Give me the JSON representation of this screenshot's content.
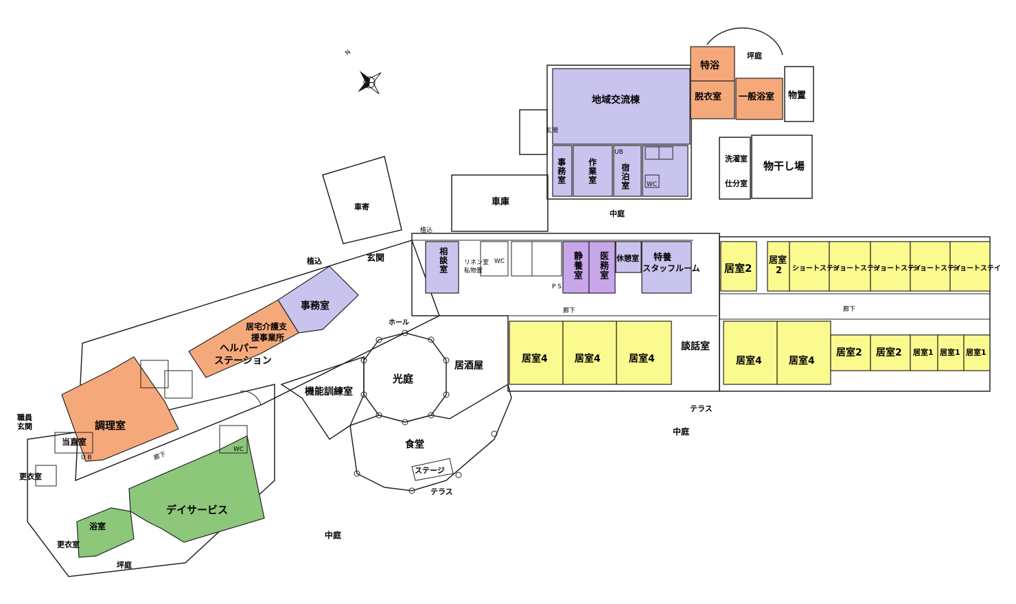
{
  "compass": {
    "label": "N",
    "icon": "compass-rose-icon"
  },
  "rooms": {
    "chiiki": "地域交流棟",
    "tokuyoku": "特浴",
    "datsuishitsu": "脱衣室",
    "ippan_yokushitsu": "一般浴室",
    "monooki": "物置",
    "tsuboniwa_top": "坪庭",
    "genkan_small": "玄関",
    "jimushitsu_small": "事務室",
    "sagyoshitsu": "作業室",
    "shukuhakushitsu": "宿泊室",
    "ub_small": "UB",
    "sentakushitsu": "洗濯室",
    "shiwakeshitsu": "仕分室",
    "monohoshiba": "物干し場",
    "shako": "車庫",
    "nakaniwa_top": "中庭",
    "kuruma_yose": "車寄",
    "uekomi_top": "植込",
    "uekomi_left": "植込",
    "genkan": "玄関",
    "soudanshitsu": "相談室",
    "linen": "リネン室",
    "shibutsuoki": "私物置",
    "seiyoushitsu": "静養室",
    "imushitsu": "医務室",
    "kyukeishitsu": "休憩室",
    "tokuyo_staff_1": "特養",
    "tokuyo_staff_2": "スタッフルーム",
    "kyoshitsu2_a": "居室2",
    "kyoshitsu2_b": "居室",
    "kyoshitsu2_b2": "2",
    "short_stay": "ショートステイ",
    "roka_top_left": "廊下",
    "roka_top_right": "廊下",
    "hall": "ホール",
    "jimushitsu_main": "事務室",
    "kyotaku_1": "居宅介護支",
    "kyotaku_2": "援事業所",
    "helper_1": "ヘルパー",
    "helper_2": "ステーション",
    "izakaya": "居酒屋",
    "kouniwa": "光庭",
    "kinou_kunren": "機能訓練室",
    "shokudou": "食堂",
    "stage": "ステージ",
    "terrace_bottom": "テラス",
    "kyoshitsu4": "居室4",
    "danwashitsu": "談話室",
    "kyoshitsu2": "居室2",
    "kyoshitsu1": "居室1",
    "terrace_right": "テラス",
    "nakaniwa_right": "中庭",
    "chourishitsu": "調理室",
    "shokuin_1": "職員",
    "shokuin_2": "玄関",
    "touchokushitsu": "当直室",
    "kouishitsu_left": "更衣室",
    "roka_bottom": "廊下",
    "day_service": "デイサービス",
    "yokushitsu": "浴室",
    "kouishitsu_bottom": "更衣室",
    "tsuboniwa_bottom": "坪庭",
    "nakaniwa_bottom": "中庭",
    "wc": "WC",
    "ps": "P S",
    "ub": "U B"
  },
  "colors": {
    "purple": "#c9c4ee",
    "violet": "#c7a6ea",
    "orange": "#f5a97b",
    "yellow": "#fbfa8f",
    "green": "#8cc77a",
    "line": "#222222"
  }
}
